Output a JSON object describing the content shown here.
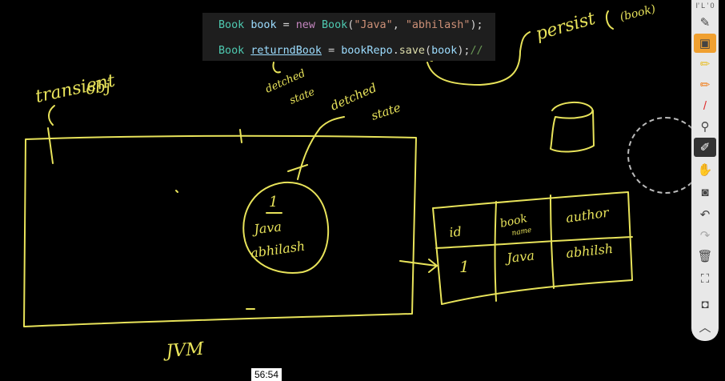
{
  "code": {
    "line1": {
      "type": "Book",
      "var": "book",
      "eq": "=",
      "kw": "new",
      "ctor": "Book",
      "open": "(",
      "arg1": "\"Java\"",
      "comma": ",",
      "arg2": "\"abhilash\"",
      "close": ");"
    },
    "line2": {
      "type": "Book",
      "var": "returndBook",
      "eq": "=",
      "obj": "bookRepo",
      "dot": ".",
      "method": "save",
      "open": "(",
      "arg": "book",
      "close": ");",
      "comment": "//"
    }
  },
  "annotations": {
    "transient": "transient obj",
    "detached_top": "detched state",
    "detached_mid": "detched state",
    "persist": "persist (book)",
    "jvm": "JVM",
    "object_id": "1",
    "object_title": "Java",
    "object_author": "abhilash"
  },
  "db_table": {
    "headers": [
      "id",
      "book name",
      "author"
    ],
    "rows": [
      [
        "1",
        "Java",
        "abhilsh"
      ]
    ]
  },
  "timestamp": "56:54",
  "toolbar": {
    "top_label": "I’ L ’ 0",
    "tools": [
      "select-tool",
      "pen-yellow",
      "pen-orange",
      "pen-red",
      "stamp-tool",
      "eraser-tool",
      "hand-tool",
      "camera-tool",
      "undo",
      "redo",
      "trash",
      "screen-tool",
      "capture-tool",
      "collapse"
    ]
  },
  "colors": {
    "ink": "#e8e35a",
    "toolbar_active": "#f0a030",
    "background": "#000000"
  }
}
